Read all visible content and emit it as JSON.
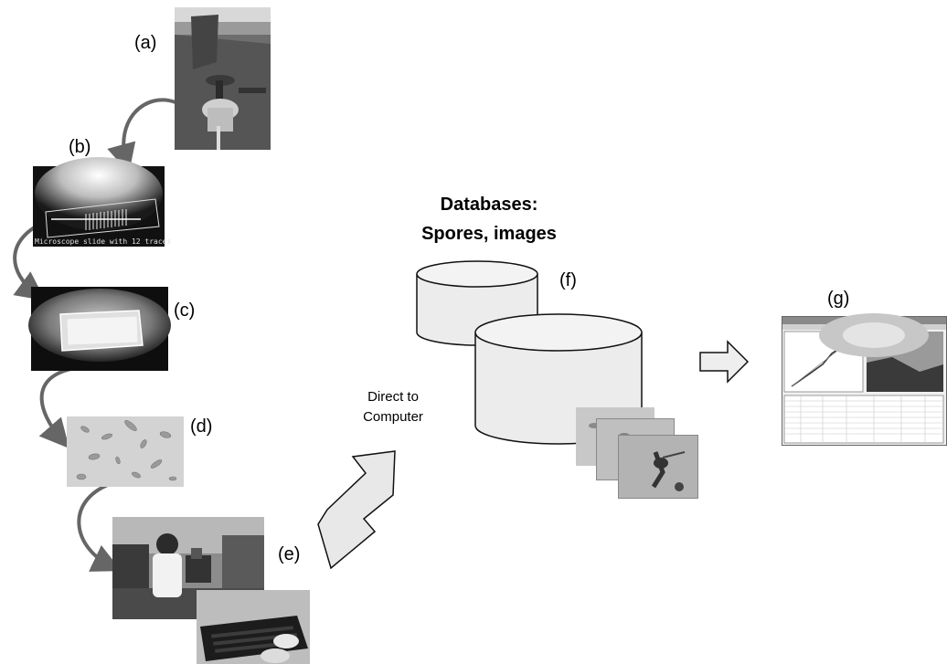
{
  "steps": [
    {
      "label": "(a)",
      "description": "Spore trap"
    },
    {
      "label": "(b)",
      "description": "Microscope slide",
      "slide_caption": "Microscope slide with 12 traces"
    },
    {
      "label": "(c)",
      "description": "Slide on stage"
    },
    {
      "label": "(d)",
      "description": "Spores under microscope"
    },
    {
      "label": "(e)",
      "description": "Technician at microscope and keyboard"
    },
    {
      "label": "(f)",
      "description": "Databases"
    },
    {
      "label": "(g)",
      "description": "Analysis software"
    }
  ],
  "direct_text": {
    "line1": "Direct to",
    "line2": "Computer"
  },
  "database_title": {
    "line1": "Databases:",
    "line2": "Spores, images"
  },
  "colors": {
    "arrow": "#666666",
    "cylinder_fill": "#ececec",
    "cylinder_stroke": "#111111",
    "block_arrow": "#e6e6e6"
  }
}
